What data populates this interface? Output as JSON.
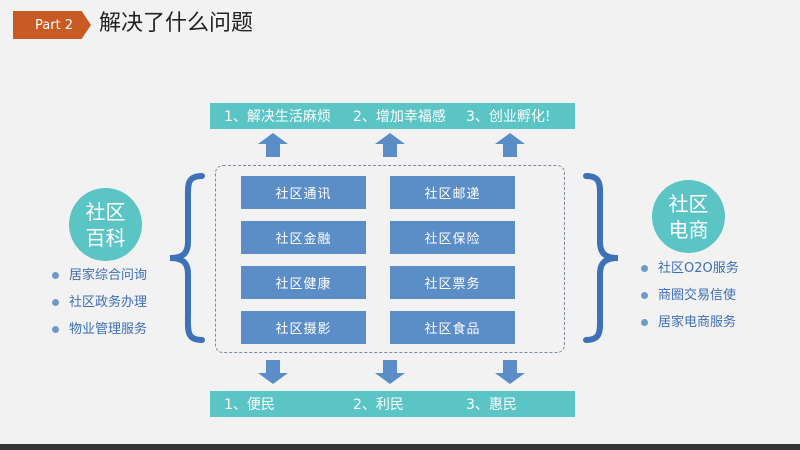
{
  "header": {
    "part_label": "Part 2",
    "title": "解决了什么问题"
  },
  "top_bar": {
    "items": [
      "1、解决生活麻烦",
      "2、增加幸福感",
      "3、创业孵化!"
    ]
  },
  "bottom_bar": {
    "items": [
      "1、便民",
      "2、利民",
      "3、惠民"
    ]
  },
  "grid": {
    "cells": [
      "社区通讯",
      "社区邮递",
      "社区金融",
      "社区保险",
      "社区健康",
      "社区票务",
      "社区摄影",
      "社区食品"
    ]
  },
  "left_group": {
    "circle_line1": "社区",
    "circle_line2": "百科",
    "bullets": [
      "居家综合问询",
      "社区政务办理",
      "物业管理服务"
    ]
  },
  "right_group": {
    "circle_line1": "社区",
    "circle_line2": "电商",
    "bullets": [
      "社区O2O服务",
      "商圈交易信使",
      "居家电商服务"
    ]
  },
  "colors": {
    "accent_orange": "#c85a24",
    "teal": "#5bc4c5",
    "blue_box": "#5b8dc7",
    "arrow_blue": "#5b8dc7",
    "bullet_text": "#3d6fb5"
  }
}
